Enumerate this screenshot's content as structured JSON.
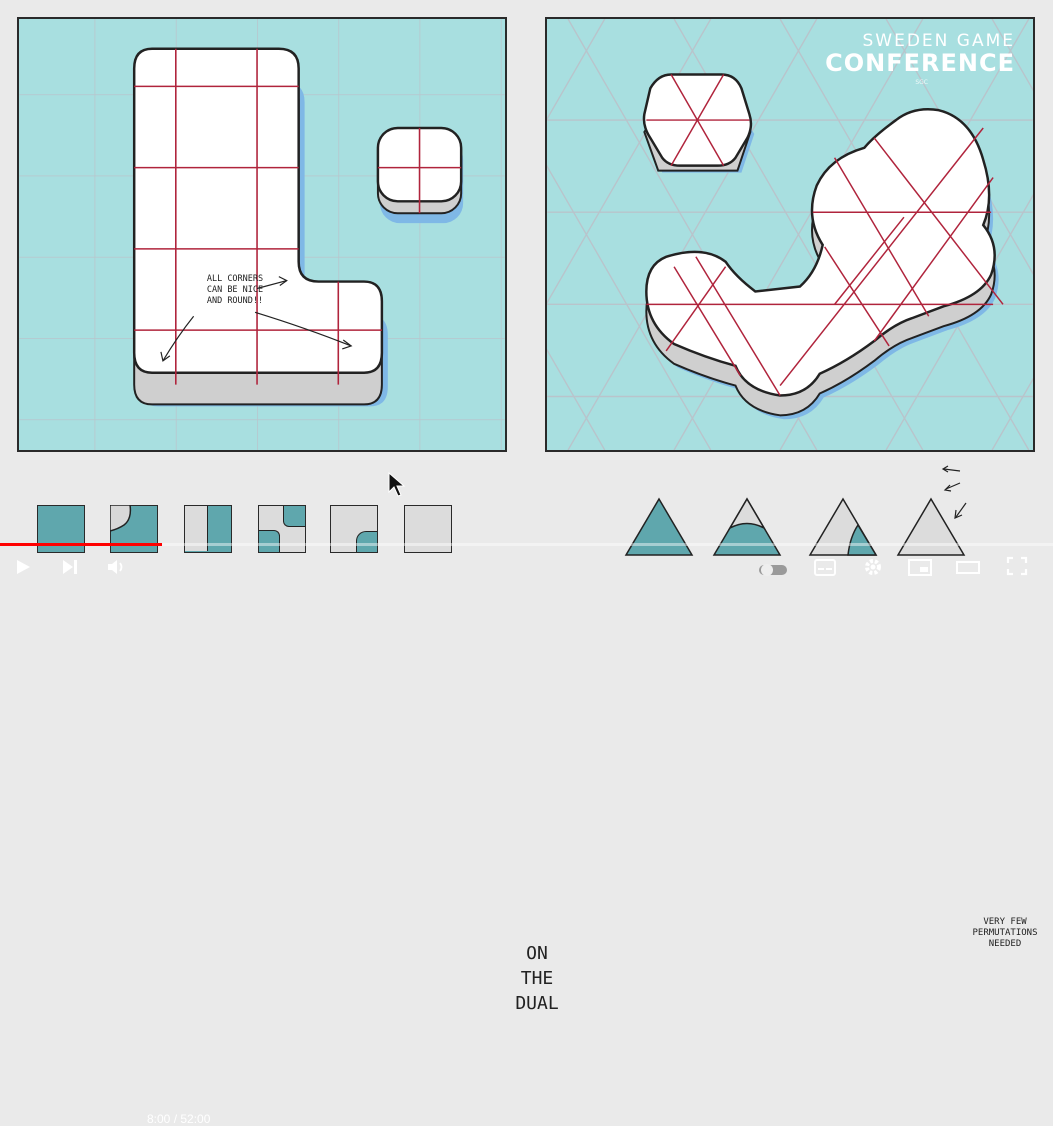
{
  "slide": {
    "annotation_lines": [
      "ALL CORNERS",
      "CAN BE NICE",
      "AND ROUND!!"
    ],
    "watermark": {
      "line1": "SWEDEN GAME",
      "line2": "CONFERENCE",
      "line3": "SGC"
    },
    "dual_label_lines": [
      "ON",
      "THE",
      "DUAL"
    ],
    "permutation_note_lines": [
      "VERY FEW",
      "PERMUTATIONS",
      "NEEDED"
    ]
  },
  "player": {
    "current_time": "8:00",
    "duration": "52:00",
    "time_separator": " / ",
    "progress": 0.154
  },
  "colors": {
    "water": "#a8dfe0",
    "grid": "#b6c0c8",
    "red_grid": "#b0243c",
    "progress": "#ff0000"
  },
  "icons": [
    "play-icon",
    "next-icon",
    "volume-icon",
    "autoplay-toggle-icon",
    "subtitles-icon",
    "settings-gear-icon",
    "miniplayer-icon",
    "theater-mode-icon",
    "fullscreen-icon"
  ]
}
